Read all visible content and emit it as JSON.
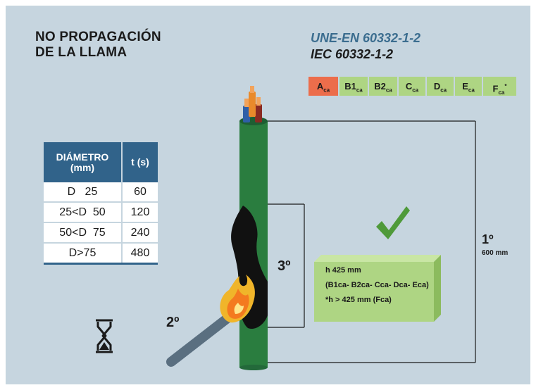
{
  "title": [
    "NO PROPAGACIÓN",
    "DE LA LLAMA"
  ],
  "standards": [
    "UNE-EN 60332-1-2",
    "IEC 60332-1-2"
  ],
  "classes": [
    {
      "main": "A",
      "sub": "ca",
      "sup": "",
      "highlight": true
    },
    {
      "main": "B1",
      "sub": "ca",
      "sup": "",
      "highlight": false
    },
    {
      "main": "B2",
      "sub": "ca",
      "sup": "",
      "highlight": false
    },
    {
      "main": "C",
      "sub": "ca",
      "sup": "",
      "highlight": false
    },
    {
      "main": "D",
      "sub": "ca",
      "sup": "",
      "highlight": false
    },
    {
      "main": "E",
      "sub": "ca",
      "sup": "",
      "highlight": false
    },
    {
      "main": "F",
      "sub": "ca",
      "sup": "*",
      "highlight": false
    }
  ],
  "table": {
    "headers": [
      "DIÁMETRO (mm)",
      "t (s)"
    ],
    "rows": [
      [
        "D   25",
        "60"
      ],
      [
        "25<D  50",
        "120"
      ],
      [
        "50<D  75",
        "240"
      ],
      [
        "D>75",
        "480"
      ]
    ]
  },
  "steps": {
    "first": "1º",
    "first_detail": "600 mm",
    "second": "2º",
    "third": "3º"
  },
  "result": {
    "line1": "h    425 mm",
    "line2": "(B1ca- B2ca- Cca- Dca- Eca)",
    "line3": "*h > 425 mm (Fca)"
  },
  "icons": [
    "hourglass-icon",
    "checkmark-icon",
    "flame-icon"
  ],
  "colors": {
    "background": "#c6d5df",
    "cable": "#2a7d3f",
    "burn": "#111111",
    "highlight_class": "#ec6d4b",
    "other_class": "#aed583",
    "table_header": "#31638a",
    "result_box": "#aed583",
    "check": "#4f9a3a"
  }
}
